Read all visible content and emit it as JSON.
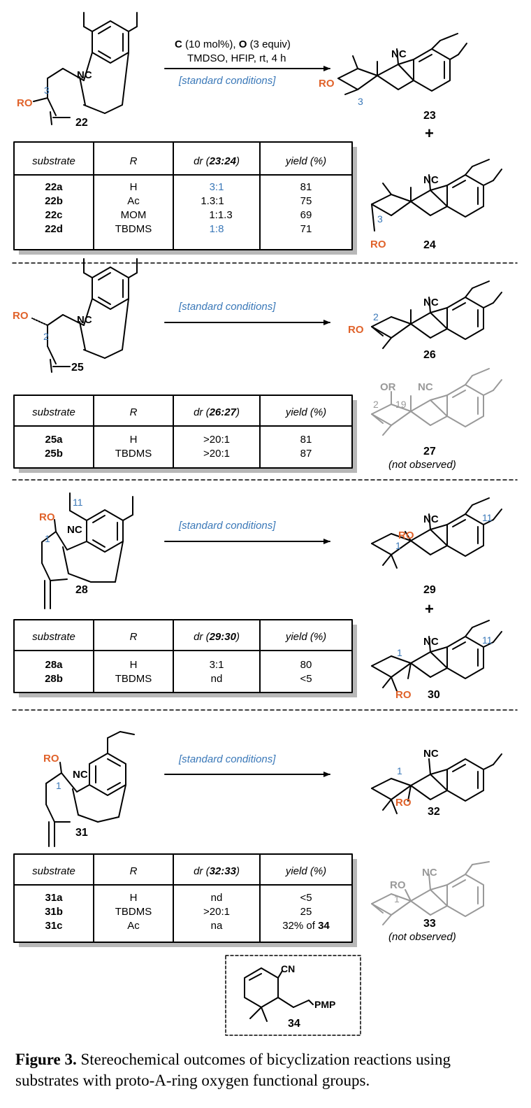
{
  "colors": {
    "accent_orange": "#e0622a",
    "accent_blue": "#3a78b8",
    "grey": "#999999",
    "ink": "#000000"
  },
  "conditions": {
    "catalyst": "C",
    "catalyst_amount": "(10 mol%),",
    "oxidant": "O",
    "oxidant_amount": "(3 equiv)",
    "line2": "TMDSO, HFIP, rt, 4 h",
    "standard": "[standard conditions]"
  },
  "labels": {
    "RO": "RO",
    "OR": "OR",
    "NC": "NC",
    "CN": "CN",
    "PMP": "PMP",
    "plus": "+",
    "not_observed": "(not observed)"
  },
  "positions": {
    "p3": "3",
    "p2": "2",
    "p1": "1",
    "p11": "11",
    "p19": "19"
  },
  "compounds": {
    "c22": "22",
    "c23": "23",
    "c24": "24",
    "c25": "25",
    "c26": "26",
    "c27": "27",
    "c28": "28",
    "c29": "29",
    "c30": "30",
    "c31": "31",
    "c32": "32",
    "c33": "33",
    "c34": "34"
  },
  "headers": {
    "substrate": "substrate",
    "R": "R",
    "dr_prefix": "dr (",
    "dr_suffix": ")",
    "yield": "yield (%)"
  },
  "tables": [
    {
      "ratio": "23:24",
      "rows": [
        {
          "substrate": "22a",
          "R": "H",
          "dr": "3:1",
          "yield": "81"
        },
        {
          "substrate": "22b",
          "R": "Ac",
          "dr": "1.3:1",
          "yield": "75"
        },
        {
          "substrate": "22c",
          "R": "MOM",
          "dr": "1:1.3",
          "yield": "69"
        },
        {
          "substrate": "22d",
          "R": "TBDMS",
          "dr": "1:8",
          "yield": "71"
        }
      ]
    },
    {
      "ratio": "26:27",
      "rows": [
        {
          "substrate": "25a",
          "R": "H",
          "dr": ">20:1",
          "yield": "81"
        },
        {
          "substrate": "25b",
          "R": "TBDMS",
          "dr": ">20:1",
          "yield": "87"
        }
      ]
    },
    {
      "ratio": "29:30",
      "rows": [
        {
          "substrate": "28a",
          "R": "H",
          "dr": "3:1",
          "yield": "80"
        },
        {
          "substrate": "28b",
          "R": "TBDMS",
          "dr": "nd",
          "yield": "<5"
        }
      ]
    },
    {
      "ratio": "32:33",
      "rows": [
        {
          "substrate": "31a",
          "R": "H",
          "dr": "nd",
          "yield": "<5"
        },
        {
          "substrate": "31b",
          "R": "TBDMS",
          "dr": ">20:1",
          "yield": "25"
        },
        {
          "substrate": "31c",
          "R": "Ac",
          "dr": "na",
          "yield_prefix": "32% of ",
          "yield_bold": "34"
        }
      ]
    }
  ],
  "caption": {
    "label": "Figure 3.",
    "text": " Stereochemical outcomes of bicyclization reactions using substrates with proto-A-ring oxygen functional groups."
  }
}
